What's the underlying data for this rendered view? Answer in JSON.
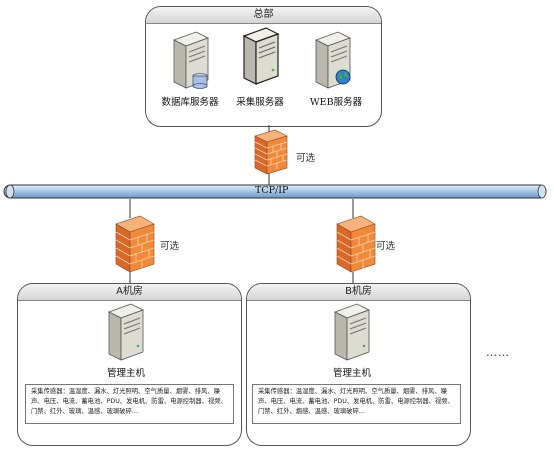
{
  "headquarters": {
    "title": "总部",
    "servers": [
      {
        "label": "数据库服务器",
        "icon": "database-server-icon"
      },
      {
        "label": "采集服务器",
        "icon": "collection-server-icon"
      },
      {
        "label": "WEB服务器",
        "icon": "web-server-icon"
      }
    ]
  },
  "firewall_labels": {
    "top": "可选",
    "room_a": "可选",
    "room_b": "可选"
  },
  "network": {
    "bus_label": "TCP/IP"
  },
  "rooms": [
    {
      "title": "A机房",
      "host_label": "管理主机",
      "sensors": "采集传感器：温湿度、漏水、灯光照明、空气质量、烟雾、排风、噪声、电压、电流、蓄电池、PDU、发电机、防雷、电源控制器、视频、门禁、红外、玻璃、温感、玻璃破碎…"
    },
    {
      "title": "B机房",
      "host_label": "管理主机",
      "sensors": "采集传感器：温湿度、漏水、灯光照明、空气质量、烟雾、排风、噪声、电压、电流、蓄电池、PDU、发电机、防雷、电源控制器、视频、门禁、红外、烟感、温感、玻璃破碎…"
    }
  ],
  "ellipsis": "……",
  "colors": {
    "bus": "#9fc2e4",
    "firewall": "#f08a3a",
    "server_body": "#d9d9cf"
  }
}
